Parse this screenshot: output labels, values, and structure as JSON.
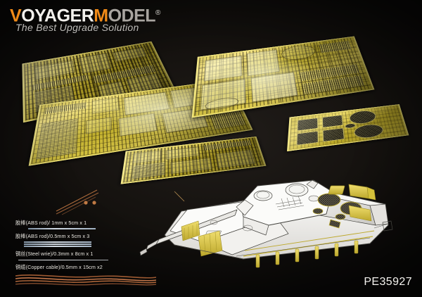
{
  "brand": {
    "logo_part1": "V",
    "logo_part2": "OYAGER",
    "logo_part3": "M",
    "logo_part4": "ODEL",
    "registered_mark": "®",
    "tagline": "The Best Upgrade Solution"
  },
  "product": {
    "code": "PE35927"
  },
  "legend": {
    "items": [
      {
        "label": "胶棒(ABS rod)/ 1mm x 5cm x 1",
        "swatch": "single-grey-rod",
        "color": "#cfd8e2"
      },
      {
        "label": "胶棒(ABS rod)/0.5mm x 5cm x 3",
        "swatch": "triple-grey-rod",
        "color": "#d3dbe4"
      },
      {
        "label": "钢丝(Steel wrie)/0.3mm x 8cm x 1",
        "swatch": "thin-white-wire",
        "color": "#eceef1"
      },
      {
        "label": "铜缆(Copper cable)/0.5mm x 15cm x2",
        "swatch": "copper-wavy-cable",
        "color": "#b5673a"
      }
    ]
  },
  "contents": {
    "etch_sheets": [
      {
        "name": "sheet-top-left",
        "desc": "brass photo-etch fret"
      },
      {
        "name": "sheet-mid-left",
        "desc": "brass photo-etch fret, large"
      },
      {
        "name": "sheet-bottom-left",
        "desc": "brass photo-etch fret"
      },
      {
        "name": "sheet-top-right",
        "desc": "brass photo-etch fret, large"
      },
      {
        "name": "sheet-mesh-right",
        "desc": "brass engine-deck mesh screens"
      }
    ],
    "model": {
      "name": "panther-tank-line-drawing",
      "desc": "Panther tank assembly illustration with upgrade parts highlighted"
    },
    "rods": {
      "name": "copper-rods",
      "desc": "copper cable / rod stock"
    }
  },
  "colors": {
    "background": "#15120f",
    "brass": "#d8c43c",
    "accent_orange": "#f08a18",
    "logo_white": "#f2f0ec",
    "copper": "#b5673a",
    "text": "#e9e6e0"
  }
}
